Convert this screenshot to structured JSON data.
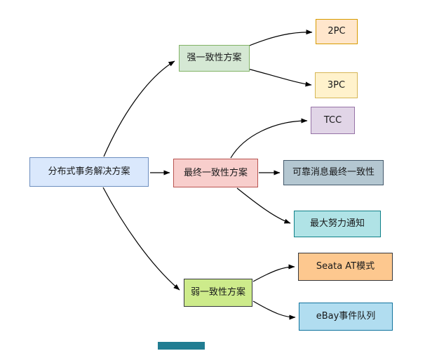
{
  "diagram": {
    "type": "flowchart",
    "title": "分布式事务解决方案",
    "edge_color": "#000000",
    "watermark_color": "#217d92",
    "nodes": {
      "root": {
        "label": "分布式事务解决方案",
        "fill": "#dae8fc",
        "border": "#6c8ebf"
      },
      "strong": {
        "label": "强一致性方案",
        "fill": "#d5e8d4",
        "border": "#82b366"
      },
      "two_pc": {
        "label": "2PC",
        "fill": "#ffe6cc",
        "border": "#d79b00"
      },
      "three_pc": {
        "label": "3PC",
        "fill": "#fff2cc",
        "border": "#d6b656"
      },
      "tcc": {
        "label": "TCC",
        "fill": "#e1d5e7",
        "border": "#9673a6"
      },
      "eventual": {
        "label": "最终一致性方案",
        "fill": "#f8cecc",
        "border": "#b85450"
      },
      "reliable": {
        "label": "可靠消息最终一致性",
        "fill": "#b4c7d1",
        "border": "#44596b"
      },
      "notify": {
        "label": "最大努力通知",
        "fill": "#b0e3e6",
        "border": "#0e8088"
      },
      "weak": {
        "label": "弱一致性方案",
        "fill": "#cdeb8b",
        "border": "#36393d"
      },
      "seata": {
        "label": "Seata AT模式",
        "fill": "#fdc88f",
        "border": "#36393d"
      },
      "ebay": {
        "label": "eBay事件队列",
        "fill": "#b1ddf0",
        "border": "#10739e"
      }
    },
    "edges": [
      {
        "from": "分布式事务解决方案",
        "to": "强一致性方案"
      },
      {
        "from": "分布式事务解决方案",
        "to": "最终一致性方案"
      },
      {
        "from": "分布式事务解决方案",
        "to": "弱一致性方案"
      },
      {
        "from": "强一致性方案",
        "to": "2PC"
      },
      {
        "from": "强一致性方案",
        "to": "3PC"
      },
      {
        "from": "最终一致性方案",
        "to": "TCC"
      },
      {
        "from": "最终一致性方案",
        "to": "可靠消息最终一致性"
      },
      {
        "from": "最终一致性方案",
        "to": "最大努力通知"
      },
      {
        "from": "弱一致性方案",
        "to": "Seata AT模式"
      },
      {
        "from": "弱一致性方案",
        "to": "eBay事件队列"
      }
    ]
  }
}
